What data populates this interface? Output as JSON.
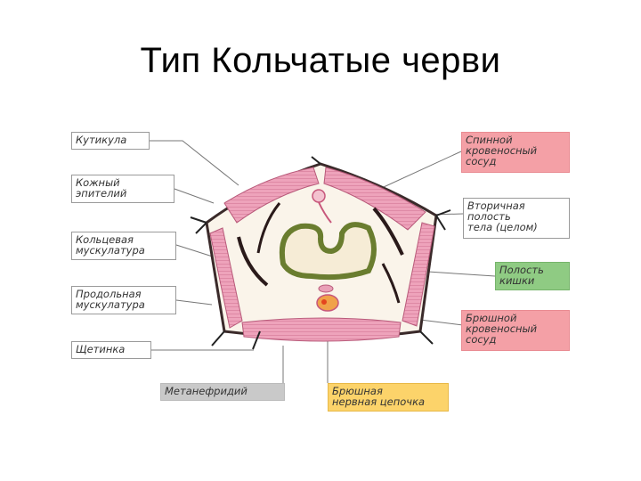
{
  "title": "Тип Кольчатые черви",
  "labels": {
    "cuticle": "Кутикула",
    "skin_epithelium": "Кожный\nэпителий",
    "circular_muscles": "Кольцевая\nмускулатура",
    "longitudinal_muscles": "Продольная\nмускулатура",
    "bristle": "Щетинка",
    "metanephridium": "Метанефридий",
    "ventral_nerve_cord": "Брюшная\nнервная цепочка",
    "dorsal_vessel": "Спинной\nкровеносный\nсосуд",
    "coelom": "Вторичная\nполость\nтела (целом)",
    "gut_cavity": "Полость\nкишки",
    "ventral_vessel": "Брюшной\nкровеносный\nсосуд"
  },
  "colors": {
    "muscle_pink": "#e9a0b7",
    "body_fill": "#faf4ea",
    "gut_green": "#6a7d2f",
    "dorsal_label_bg": "#f4a0a6",
    "gut_label_bg": "#8fcb83",
    "ventral_label_bg": "#f4a0a6",
    "nerve_label_bg": "#fcd36a",
    "nephridium_label_bg": "#c9c9c9"
  }
}
